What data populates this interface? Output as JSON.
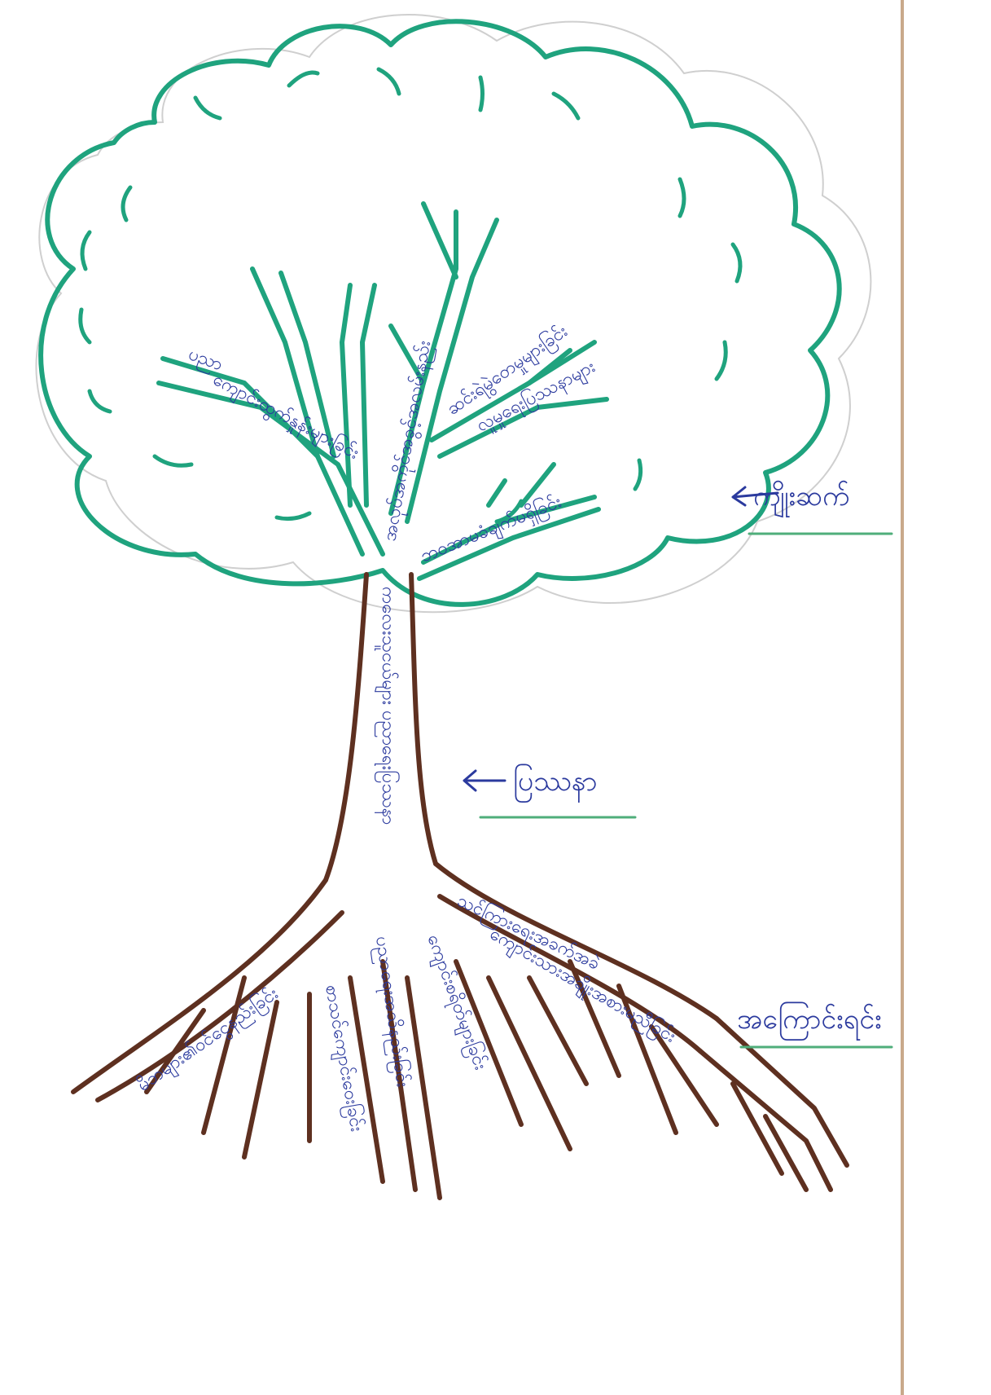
{
  "colors": {
    "crown": "#1fa37e",
    "trunk": "#5e3020",
    "ink": "#2b3a9e",
    "underline": "#4fae7a",
    "margin_line": "#c9a98b"
  },
  "labels": {
    "leaves": "ကျိုးဆက်",
    "trunk": "ပြဿနာ",
    "roots": "အကြောင်းရင်း"
  },
  "branch_notes": [
    "ပညာ",
    "ကျောင်းထွက်နှုန်းများခြင်း",
    "အလုပ်အကိုင်အခွင့်အလမ်းနည်း",
    "ဆင်းရဲမွဲတေမှုများခြင်း",
    "လူမှုရေးပြဿနာများ",
    "ဘဝအာမခံချက်မရှိခြင်း"
  ],
  "trunk_note": "ကလေးသူငယ်များ ပညာရေးပြဿနာ",
  "root_notes": [
    "မိဘများ၏ဝင်ငွေနည်းခြင်း",
    "စာသင်ကျောင်းဝေးခြင်း",
    "ပညာရေးအသိနည်းခြင်း",
    "ကျောင်းစရိတ်များခြင်း",
    "သင်ကြားရေးအခက်အခဲ",
    "ကျောင်းသားအချိုးအစားမညီခြင်း"
  ]
}
